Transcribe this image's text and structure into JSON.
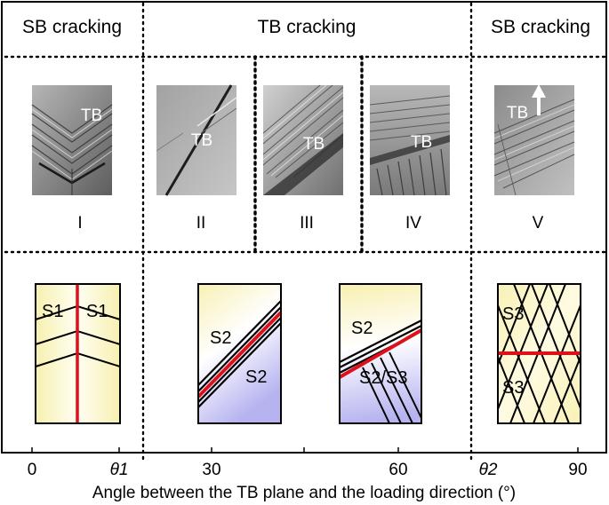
{
  "headers": {
    "left": "SB cracking",
    "middle": "TB cracking",
    "right": "SB cracking"
  },
  "micrographs": [
    {
      "numeral": "I",
      "label": "TB"
    },
    {
      "numeral": "II",
      "label": "TB"
    },
    {
      "numeral": "III",
      "label": "TB"
    },
    {
      "numeral": "IV",
      "label": "TB"
    },
    {
      "numeral": "V",
      "label": "TB"
    }
  ],
  "schematics": {
    "s1_left": "S1",
    "s1_right": "S1",
    "s2_upper_a": "S2",
    "s2_lower_a": "S2",
    "s2_upper_b": "S2",
    "s2s3": "S2/S3",
    "s3_upper": "S3",
    "s3_lower": "S3"
  },
  "axis": {
    "ticks": [
      "0",
      "θ1",
      "30",
      "60",
      "θ2",
      "90"
    ],
    "label": "Angle between the TB plane and the loading direction (°)"
  },
  "colors": {
    "boundary": "#e0101a",
    "fill_yellow": "#fbf6c2",
    "fill_blue": "#b9b6f2",
    "micrograph_gray": "#8a8a8a"
  }
}
